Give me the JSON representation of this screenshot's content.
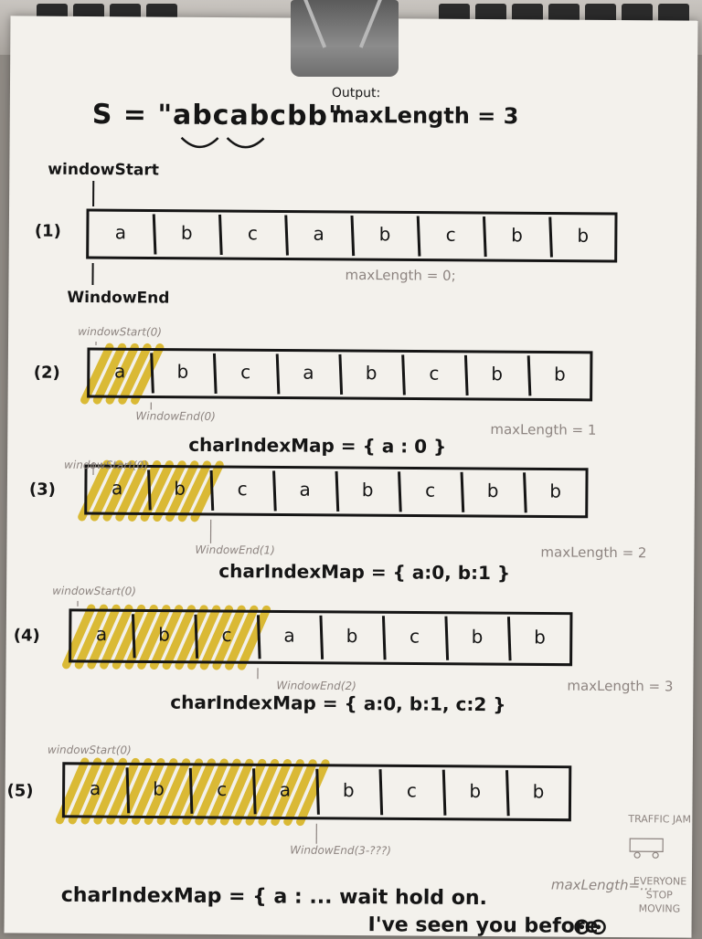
{
  "equation": {
    "s_label": "S = \"abcabcbb\"",
    "output_label": "Output:",
    "output_value": "maxLength = 3"
  },
  "labels": {
    "window_start": "windowStart",
    "window_end": "WindowEnd"
  },
  "rows": [
    {
      "num": "(1)",
      "cells": [
        "a",
        "b",
        "c",
        "a",
        "b",
        "c",
        "b",
        "b"
      ],
      "highlighted": 0,
      "start_label": "windowStart",
      "end_label": "WindowEnd",
      "max_note": "maxLength = 0;",
      "map_text": ""
    },
    {
      "num": "(2)",
      "cells": [
        "a",
        "b",
        "c",
        "a",
        "b",
        "c",
        "b",
        "b"
      ],
      "highlighted": 1,
      "start_label": "windowStart(0)",
      "end_label": "WindowEnd(0)",
      "max_note": "maxLength = 1",
      "map_text": "charIndexMap = { a : 0 }"
    },
    {
      "num": "(3)",
      "cells": [
        "a",
        "b",
        "c",
        "a",
        "b",
        "c",
        "b",
        "b"
      ],
      "highlighted": 2,
      "start_label": "windowStart(0)",
      "end_label": "WindowEnd(1)",
      "max_note": "maxLength = 2",
      "map_text": "charIndexMap = { a:0, b:1 }"
    },
    {
      "num": "(4)",
      "cells": [
        "a",
        "b",
        "c",
        "a",
        "b",
        "c",
        "b",
        "b"
      ],
      "highlighted": 3,
      "start_label": "windowStart(0)",
      "end_label": "WindowEnd(2)",
      "max_note": "maxLength = 3",
      "map_text": "charIndexMap = { a:0, b:1, c:2 }"
    },
    {
      "num": "(5)",
      "cells": [
        "a",
        "b",
        "c",
        "a",
        "b",
        "c",
        "b",
        "b"
      ],
      "highlighted": 4,
      "start_label": "windowStart(0)",
      "end_label": "WindowEnd(3-???)",
      "max_note": "",
      "map_text": ""
    }
  ],
  "final": {
    "map_text": "charIndexMap = { a : ... wait hold on.",
    "seen_text": "I've seen you before",
    "max_note": "maxLength=...",
    "traffic_jam": "TRAFFIC JAM",
    "everyone": "EVERYONE",
    "stop": "STOP",
    "moving": "MOVING"
  },
  "colors": {
    "ink": "#151515",
    "pencil": "#8d8480",
    "highlight": "#d8b422",
    "paper": "#f3f1ec"
  }
}
